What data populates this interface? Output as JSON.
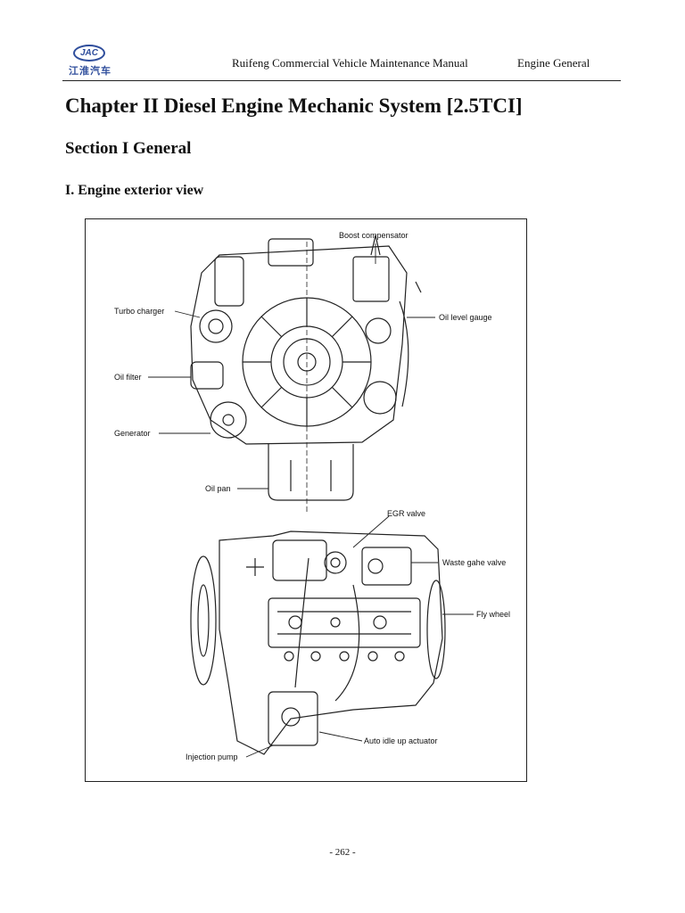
{
  "header": {
    "logo_text": "JAC",
    "logo_cn": "江淮汽车",
    "manual_title": "Ruifeng Commercial Vehicle Maintenance Manual",
    "section_name": "Engine General"
  },
  "chapter_title": "Chapter II Diesel Engine Mechanic System [2.5TCI]",
  "section_title": "Section I General",
  "subsection_title": "I. Engine exterior view",
  "figure": {
    "front_view_labels": {
      "boost_compensator": "Boost compensator",
      "turbo_charger": "Turbo charger",
      "oil_level_gauge": "Oil level gauge",
      "oil_filter": "Oil filter",
      "generator": "Generator",
      "oil_pan": "Oil pan"
    },
    "side_view_labels": {
      "egr_valve": "EGR valve",
      "waste_gate_valve": "Waste gahe valve",
      "fly_wheel": "Fly wheel",
      "auto_idle_up_actuator": "Auto idle up actuator",
      "injection_pump": "Injection pump"
    }
  },
  "footer": {
    "page_number": "- 262 -"
  }
}
